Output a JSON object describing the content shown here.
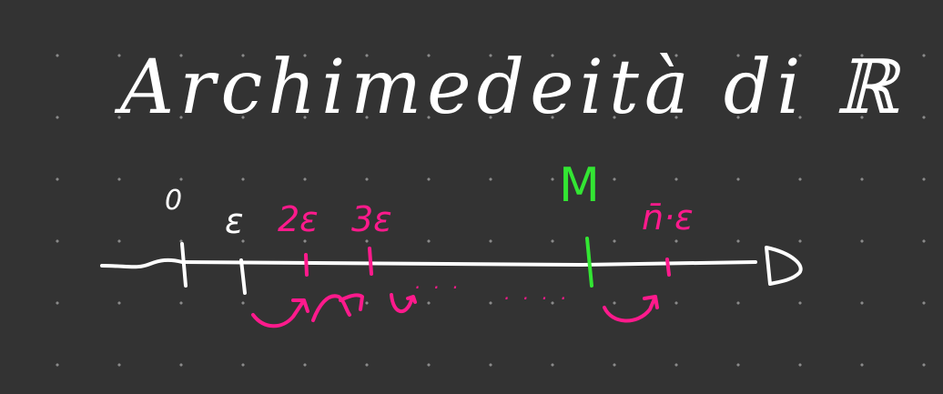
{
  "title": "Archimedeità di ℝ",
  "number_line": {
    "labels": {
      "zero": "0",
      "epsilon": "ε",
      "two_epsilon": "2ε",
      "three_epsilon": "3ε",
      "m": "M",
      "n_epsilon": "n̄·ε"
    },
    "ellipsis_left": "· · ·",
    "ellipsis_right": "· · · ·"
  },
  "colors": {
    "background": "#333333",
    "grid_dot": "#8a8a8a",
    "ink_white": "#ffffff",
    "ink_magenta": "#ff1a8c",
    "ink_green": "#33e633"
  }
}
